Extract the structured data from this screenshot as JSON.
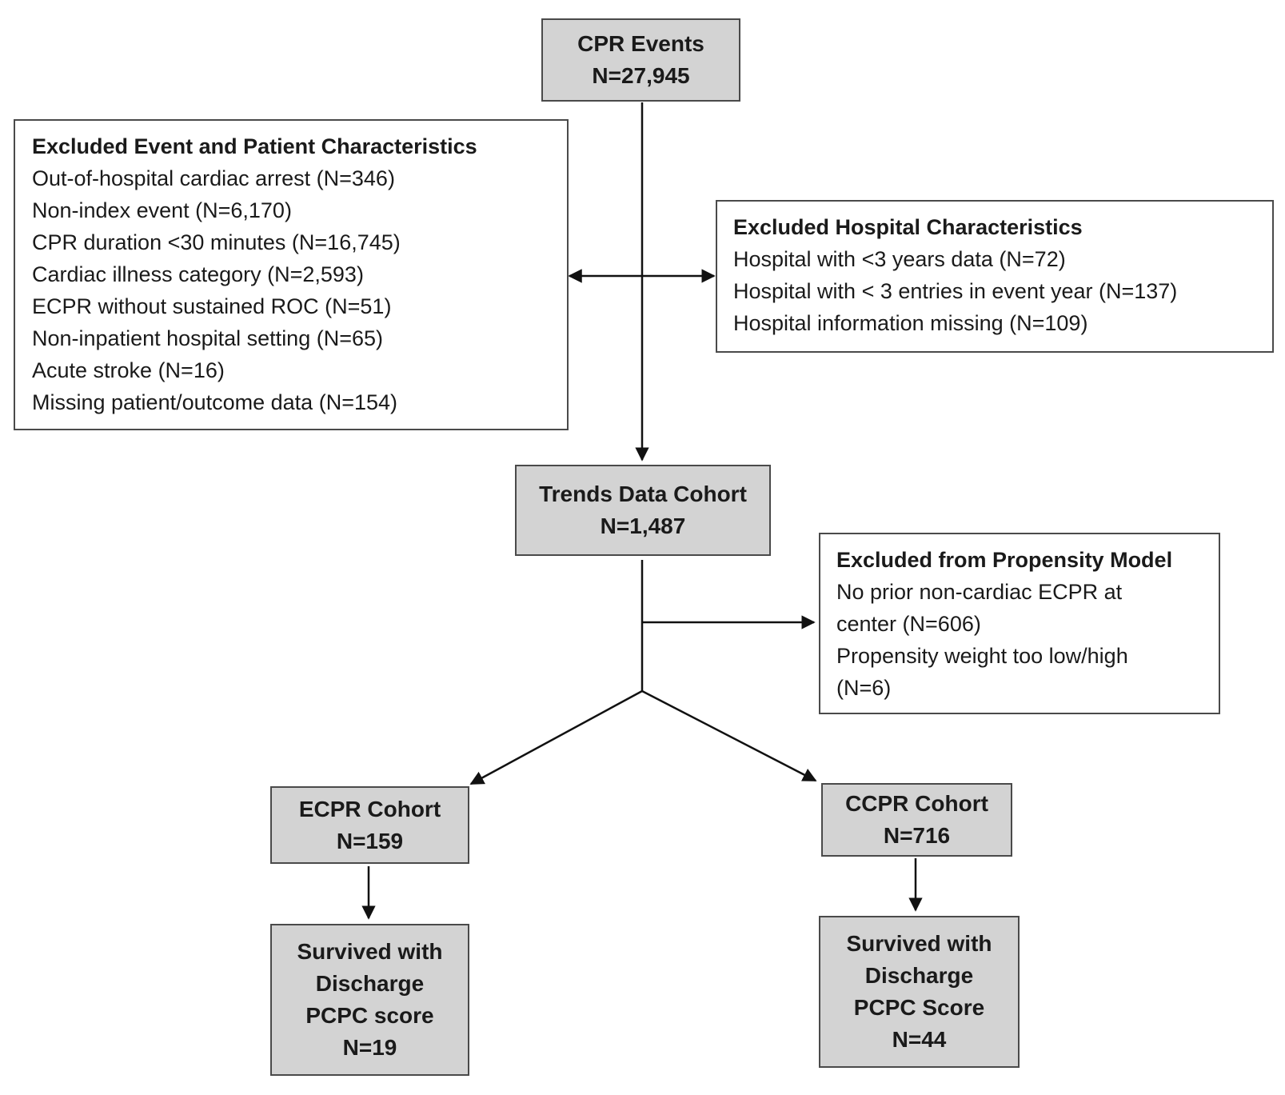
{
  "start": {
    "title": "CPR Events",
    "count": "N=27,945"
  },
  "excluded_patient": {
    "heading": "Excluded Event and Patient Characteristics",
    "items": [
      "Out-of-hospital cardiac arrest (N=346)",
      "Non-index event (N=6,170)",
      "CPR duration <30 minutes (N=16,745)",
      "Cardiac illness category (N=2,593)",
      "ECPR without sustained ROC (N=51)",
      "Non-inpatient hospital setting (N=65)",
      "Acute stroke (N=16)",
      "Missing patient/outcome data (N=154)"
    ]
  },
  "excluded_hospital": {
    "heading": "Excluded Hospital Characteristics",
    "items": [
      "Hospital with <3 years data (N=72)",
      "Hospital with < 3 entries in event year (N=137)",
      "Hospital information missing (N=109)"
    ]
  },
  "trends": {
    "title": "Trends Data Cohort",
    "count": "N=1,487"
  },
  "excluded_propensity": {
    "heading": "Excluded from Propensity Model",
    "items": [
      "No prior non-cardiac ECPR at center (N=606)",
      "Propensity weight too low/high (N=6)"
    ]
  },
  "ecpr": {
    "title": "ECPR Cohort",
    "count": "N=159"
  },
  "ccpr": {
    "title": "CCPR Cohort",
    "count": "N=716"
  },
  "ecpr_survived": {
    "line1": "Survived with",
    "line2": "Discharge",
    "line3": "PCPC score",
    "count": "N=19"
  },
  "ccpr_survived": {
    "line1": "Survived with",
    "line2": "Discharge",
    "line3": "PCPC Score",
    "count": "N=44"
  }
}
